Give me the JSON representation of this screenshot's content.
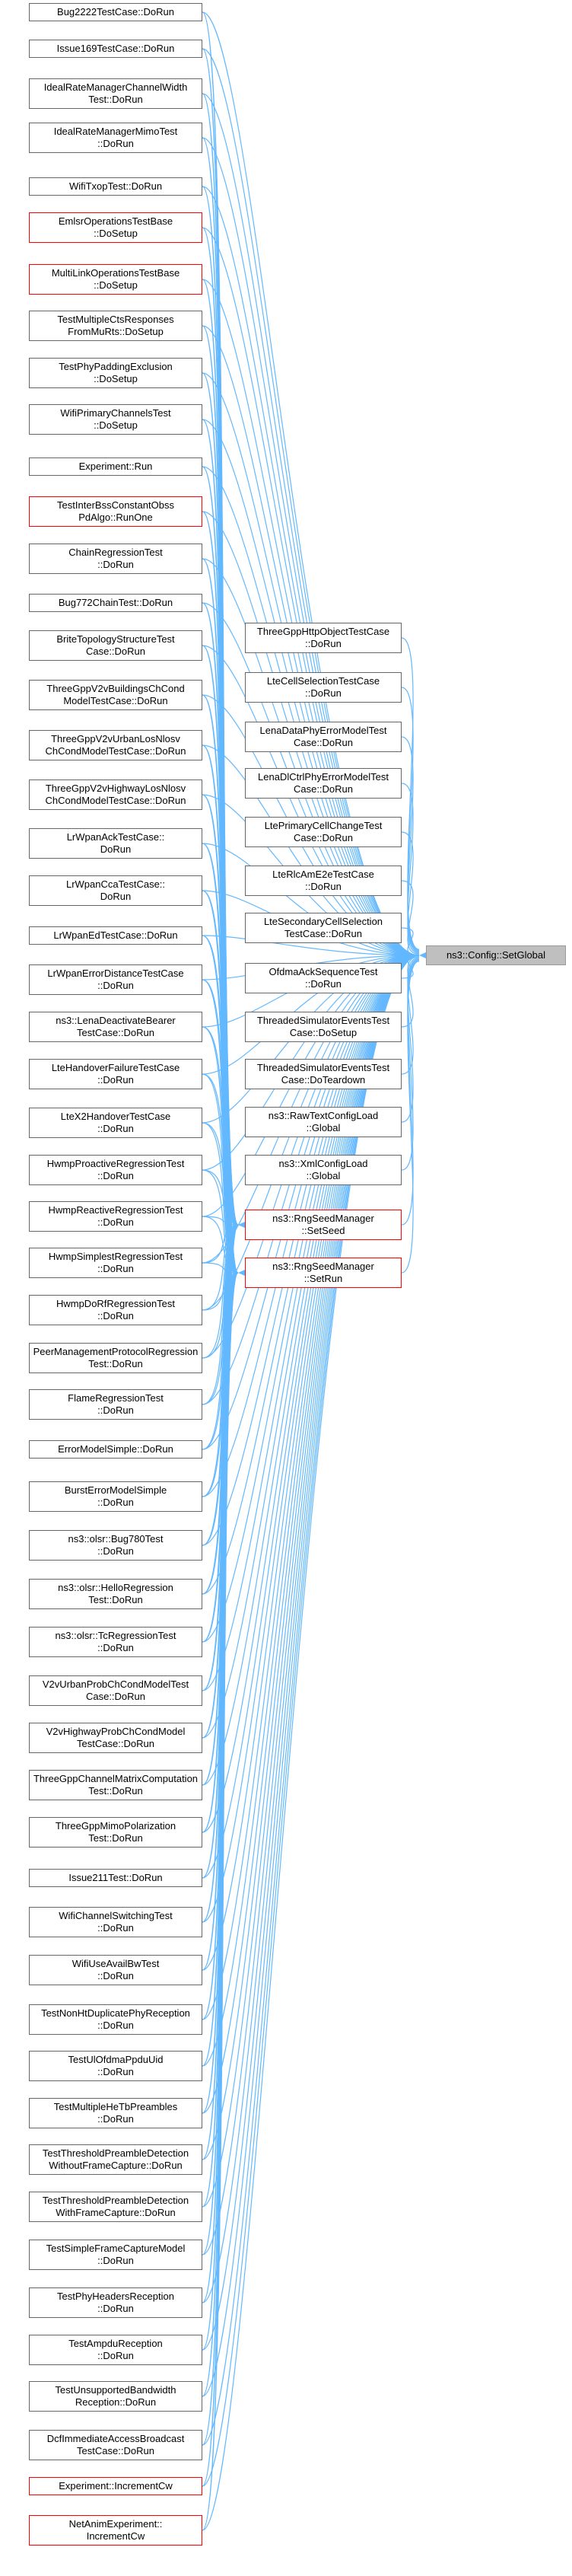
{
  "graph": {
    "target": {
      "label": "ns3::Config::SetGlobal"
    },
    "callers": [
      {
        "label": "Bug2222TestCase::DoRun",
        "red": false
      },
      {
        "label": "Issue169TestCase::DoRun",
        "red": false
      },
      {
        "label": "IdealRateManagerChannelWidth\nTest::DoRun",
        "red": false
      },
      {
        "label": "IdealRateManagerMimoTest\n::DoRun",
        "red": false
      },
      {
        "label": "WifiTxopTest::DoRun",
        "red": false
      },
      {
        "label": "EmlsrOperationsTestBase\n::DoSetup",
        "red": true
      },
      {
        "label": "MultiLinkOperationsTestBase\n::DoSetup",
        "red": true
      },
      {
        "label": "TestMultipleCtsResponses\nFromMuRts::DoSetup",
        "red": false
      },
      {
        "label": "TestPhyPaddingExclusion\n::DoSetup",
        "red": false
      },
      {
        "label": "WifiPrimaryChannelsTest\n::DoSetup",
        "red": false
      },
      {
        "label": "Experiment::Run",
        "red": false
      },
      {
        "label": "TestInterBssConstantObss\nPdAlgo::RunOne",
        "red": true
      },
      {
        "label": "ChainRegressionTest\n::DoRun",
        "red": false
      },
      {
        "label": "Bug772ChainTest::DoRun",
        "red": false
      },
      {
        "label": "BriteTopologyStructureTest\nCase::DoRun",
        "red": false
      },
      {
        "label": "ThreeGppV2vBuildingsChCond\nModelTestCase::DoRun",
        "red": false
      },
      {
        "label": "ThreeGppV2vUrbanLosNlosv\nChCondModelTestCase::DoRun",
        "red": false
      },
      {
        "label": "ThreeGppV2vHighwayLosNlosv\nChCondModelTestCase::DoRun",
        "red": false
      },
      {
        "label": "LrWpanAckTestCase::\nDoRun",
        "red": false
      },
      {
        "label": "LrWpanCcaTestCase::\nDoRun",
        "red": false
      },
      {
        "label": "LrWpanEdTestCase::DoRun",
        "red": false
      },
      {
        "label": "LrWpanErrorDistanceTestCase\n::DoRun",
        "red": false
      },
      {
        "label": "ns3::LenaDeactivateBearer\nTestCase::DoRun",
        "red": false
      },
      {
        "label": "LteHandoverFailureTestCase\n::DoRun",
        "red": false
      },
      {
        "label": "LteX2HandoverTestCase\n::DoRun",
        "red": false
      },
      {
        "label": "HwmpProactiveRegressionTest\n::DoRun",
        "red": false
      },
      {
        "label": "HwmpReactiveRegressionTest\n::DoRun",
        "red": false
      },
      {
        "label": "HwmpSimplestRegressionTest\n::DoRun",
        "red": false
      },
      {
        "label": "HwmpDoRfRegressionTest\n::DoRun",
        "red": false
      },
      {
        "label": "PeerManagementProtocolRegression\nTest::DoRun",
        "red": false
      },
      {
        "label": "FlameRegressionTest\n::DoRun",
        "red": false
      },
      {
        "label": "ErrorModelSimple::DoRun",
        "red": false
      },
      {
        "label": "BurstErrorModelSimple\n::DoRun",
        "red": false
      },
      {
        "label": "ns3::olsr::Bug780Test\n::DoRun",
        "red": false
      },
      {
        "label": "ns3::olsr::HelloRegression\nTest::DoRun",
        "red": false
      },
      {
        "label": "ns3::olsr::TcRegressionTest\n::DoRun",
        "red": false
      },
      {
        "label": "V2vUrbanProbChCondModelTest\nCase::DoRun",
        "red": false
      },
      {
        "label": "V2vHighwayProbChCondModel\nTestCase::DoRun",
        "red": false
      },
      {
        "label": "ThreeGppChannelMatrixComputation\nTest::DoRun",
        "red": false
      },
      {
        "label": "ThreeGppMimoPolarization\nTest::DoRun",
        "red": false
      },
      {
        "label": "Issue211Test::DoRun",
        "red": false
      },
      {
        "label": "WifiChannelSwitchingTest\n::DoRun",
        "red": false
      },
      {
        "label": "WifiUseAvailBwTest\n::DoRun",
        "red": false
      },
      {
        "label": "TestNonHtDuplicatePhyReception\n::DoRun",
        "red": false
      },
      {
        "label": "TestUlOfdmaPpduUid\n::DoRun",
        "red": false
      },
      {
        "label": "TestMultipleHeTbPreambles\n::DoRun",
        "red": false
      },
      {
        "label": "TestThresholdPreambleDetection\nWithoutFrameCapture::DoRun",
        "red": false
      },
      {
        "label": "TestThresholdPreambleDetection\nWithFrameCapture::DoRun",
        "red": false
      },
      {
        "label": "TestSimpleFrameCaptureModel\n::DoRun",
        "red": false
      },
      {
        "label": "TestPhyHeadersReception\n::DoRun",
        "red": false
      },
      {
        "label": "TestAmpduReception\n::DoRun",
        "red": false
      },
      {
        "label": "TestUnsupportedBandwidth\nReception::DoRun",
        "red": false
      },
      {
        "label": "DcfImmediateAccessBroadcast\nTestCase::DoRun",
        "red": false
      },
      {
        "label": "Experiment::IncrementCw",
        "red": true
      },
      {
        "label": "NetAnimExperiment::\nIncrementCw",
        "red": true
      }
    ],
    "middle": [
      {
        "label": "ThreeGppHttpObjectTestCase\n::DoRun",
        "red": false
      },
      {
        "label": "LteCellSelectionTestCase\n::DoRun",
        "red": false
      },
      {
        "label": "LenaDataPhyErrorModelTest\nCase::DoRun",
        "red": false
      },
      {
        "label": "LenaDlCtrlPhyErrorModelTest\nCase::DoRun",
        "red": false
      },
      {
        "label": "LtePrimaryCellChangeTest\nCase::DoRun",
        "red": false
      },
      {
        "label": "LteRlcAmE2eTestCase\n::DoRun",
        "red": false
      },
      {
        "label": "LteSecondaryCellSelection\nTestCase::DoRun",
        "red": false
      },
      {
        "label": "OfdmaAckSequenceTest\n::DoRun",
        "red": false
      },
      {
        "label": "ThreadedSimulatorEventsTest\nCase::DoSetup",
        "red": false
      },
      {
        "label": "ThreadedSimulatorEventsTest\nCase::DoTeardown",
        "red": false
      },
      {
        "label": "ns3::RawTextConfigLoad\n::Global",
        "red": false
      },
      {
        "label": "ns3::XmlConfigLoad\n::Global",
        "red": false
      },
      {
        "label": "ns3::RngSeedManager\n::SetSeed",
        "red": true
      },
      {
        "label": "ns3::RngSeedManager\n::SetRun",
        "red": true
      }
    ],
    "edge_color": "#63b8ff"
  }
}
